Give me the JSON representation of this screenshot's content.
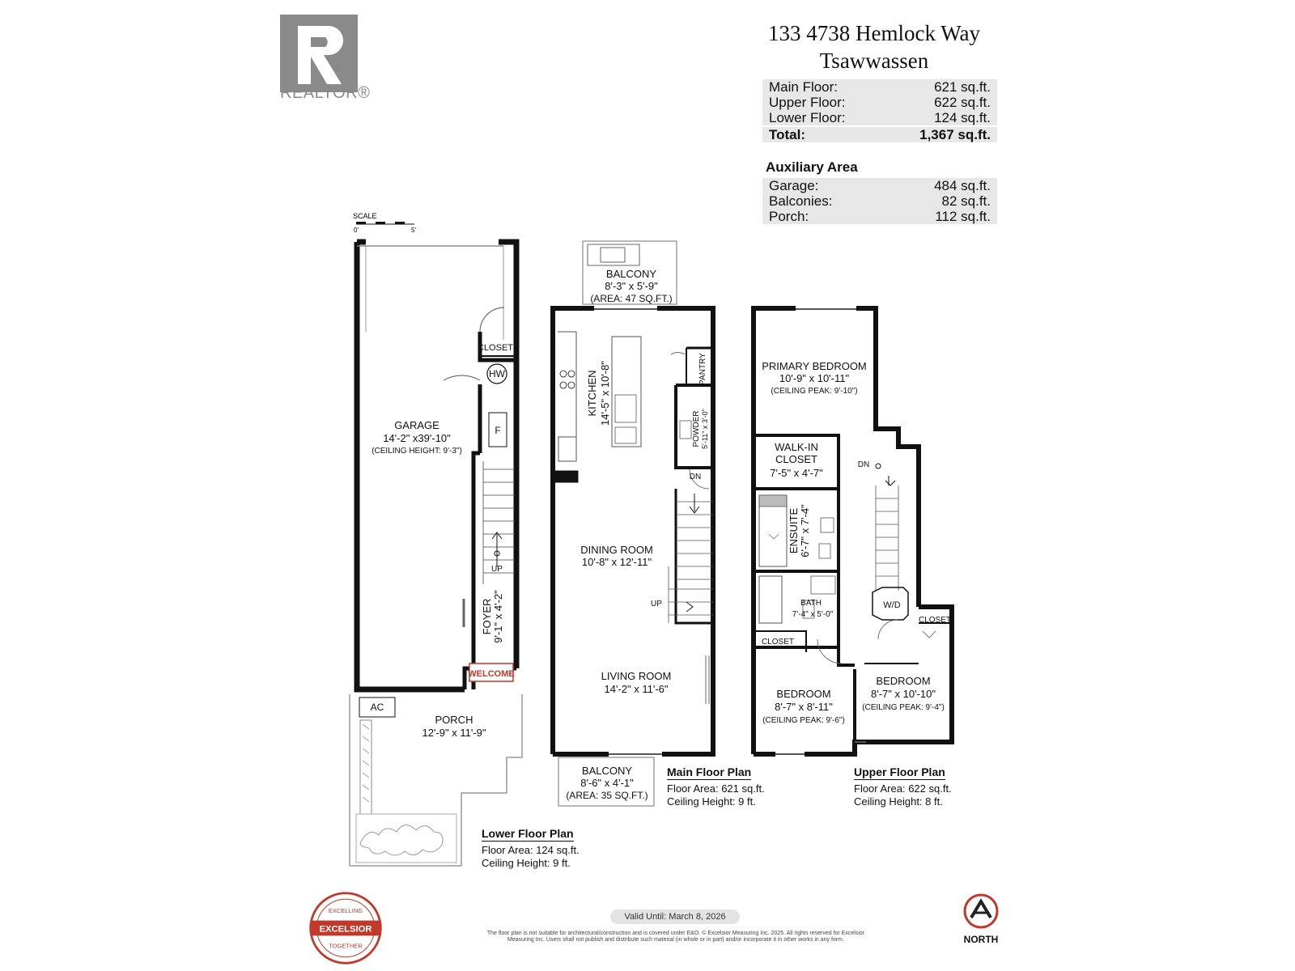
{
  "header": {
    "logo_text": "REALTOR®",
    "address_line1": "133 4738 Hemlock Way",
    "address_line2": "Tsawwassen"
  },
  "areas": {
    "main": [
      {
        "label": "Main Floor:",
        "value": "621 sq.ft."
      },
      {
        "label": "Upper Floor:",
        "value": "622 sq.ft."
      },
      {
        "label": "Lower Floor:",
        "value": "124 sq.ft."
      }
    ],
    "total": {
      "label": "Total:",
      "value": "1,367 sq.ft."
    },
    "aux_title": "Auxiliary Area",
    "aux": [
      {
        "label": "Garage:",
        "value": "484 sq.ft."
      },
      {
        "label": "Balconies:",
        "value": "82 sq.ft."
      },
      {
        "label": "Porch:",
        "value": "112 sq.ft."
      }
    ]
  },
  "scale": {
    "label": "SCALE",
    "min": "0'",
    "max": "5'"
  },
  "rooms": {
    "closet_garage": "CLOSET",
    "hw": "HW",
    "f": "F",
    "garage": {
      "name": "GARAGE",
      "dims": "14'-2\" x39'-10\"",
      "note": "(CEILING HEIGHT: 9'-3\")"
    },
    "up_lower": "UP",
    "foyer": {
      "name": "FOYER",
      "dims": "9'-1\" x 4'-2\""
    },
    "welcome": "WELCOME",
    "ac": "AC",
    "porch": {
      "name": "PORCH",
      "dims": "12'-9\" x 11'-9\""
    },
    "balcony_top": {
      "name": "BALCONY",
      "dims": "8'-3\" x 5'-9\"",
      "area": "(AREA: 47 SQ.FT.)"
    },
    "kitchen": {
      "name": "KITCHEN",
      "dims": "14'-5\" x 10'-8\""
    },
    "pantry": "PANTRY",
    "powder": {
      "name": "POWDER",
      "dims": "5'-11\" x 3'-0\""
    },
    "dn_main": "DN",
    "dining": {
      "name": "DINING ROOM",
      "dims": "10'-8\" x 12'-11\""
    },
    "up_main": "UP",
    "living": {
      "name": "LIVING ROOM",
      "dims": "14'-2\" x 11'-6\""
    },
    "balcony_bottom": {
      "name": "BALCONY",
      "dims": "8'-6\" x 4'-1\"",
      "area": "(AREA: 35 SQ.FT.)"
    },
    "primary": {
      "name": "PRIMARY BEDROOM",
      "dims": "10'-9\" x 10'-11\"",
      "note": "(CEILING PEAK: 9'-10\")"
    },
    "walkin": {
      "name1": "WALK-IN",
      "name2": "CLOSET",
      "dims": "7'-5\" x 4'-7\""
    },
    "ensuite": {
      "name": "ENSUITE",
      "dims": "6'-7\" x 7'-4\""
    },
    "dn_upper": "DN",
    "bath": {
      "name": "BATH",
      "dims": "7'-4\" x 5'-0\""
    },
    "wd": "W/D",
    "closet_upper_a": "CLOSET",
    "closet_upper_b": "CLOSET",
    "bedroom_a": {
      "name": "BEDROOM",
      "dims": "8'-7\" x 8'-11\"",
      "note": "(CEILING PEAK: 9'-6\")"
    },
    "bedroom_b": {
      "name": "BEDROOM",
      "dims": "8'-7\" x 10'-10\"",
      "note": "(CEILING PEAK: 9'-4\")"
    }
  },
  "captions": {
    "main": {
      "title": "Main Floor Plan",
      "area": "Floor Area: 621 sq.ft.",
      "ceiling": "Ceiling Height: 9 ft."
    },
    "upper": {
      "title": "Upper Floor Plan",
      "area": "Floor Area: 622 sq.ft.",
      "ceiling": "Ceiling Height: 8 ft."
    },
    "lower": {
      "title": "Lower Floor Plan",
      "area": "Floor Area: 124 sq.ft.",
      "ceiling": "Ceiling Height: 9 ft."
    }
  },
  "footer": {
    "valid": "Valid Until: March 8, 2026",
    "disclaimer": "The floor plan is not suitable for architectural/construction and is covered under E&O. © Excelsior Measuring Inc. 2025. All rights reserved for Excelsior Measuring Inc. Users shall not publish and distribute such material (in whole or in part) and/or incorporate it in other works in any form.",
    "badge_top": "EXCELLING",
    "badge_mid": "EXCELSIOR",
    "badge_bottom": "TOGETHER",
    "north": "NORTH"
  }
}
